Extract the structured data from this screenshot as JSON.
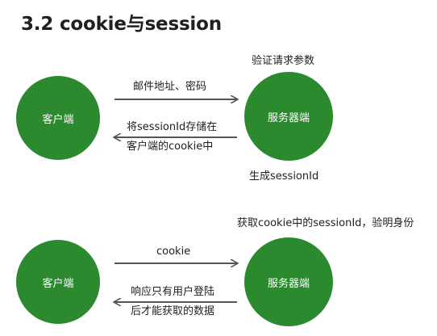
{
  "title": "3.2 cookie与session",
  "diagram_1": {
    "client_label": "客户端",
    "server_label": "服务器端",
    "server_top_note": "验证请求参数",
    "server_bottom_note": "生成sessionId",
    "request_arrow_label": "邮件地址、密码",
    "response_arrow_label_line1": "将sessionId存储在",
    "response_arrow_label_line2": "客户端的cookie中"
  },
  "diagram_2": {
    "client_label": "客户端",
    "server_label": "服务器端",
    "server_top_note": "获取cookie中的sessionId，验明身份",
    "request_arrow_label": "cookie",
    "response_arrow_label_line1": "响应只有用户登陆",
    "response_arrow_label_line2": "后才能获取的数据"
  },
  "colors": {
    "node_fill": "#2b8a2e",
    "node_text": "#ffffff",
    "arrow": "#555555",
    "text": "#1f1f1f"
  }
}
